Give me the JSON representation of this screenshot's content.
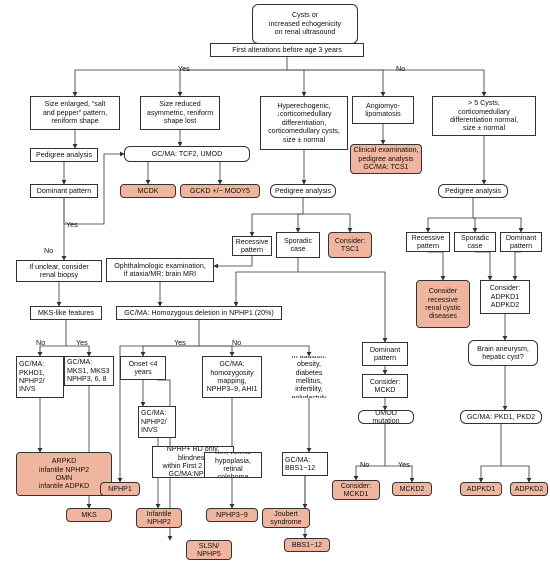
{
  "nodes": {
    "cysts": "Cysts or\nincreased echogenicity\non renal ultrasound",
    "first_alt": "First alterations before age 3 years",
    "size_enlarged": "Size enlarged, “salt\nand pepper” pattern,\nreniform shape",
    "size_reduced": "Size reduced\nasymmetric, reniform\nshape lost",
    "hyperechogenic": "Hyperechogenic,\n↓corticomedullary\ndifferentiation,\ncorticomedullary cysts,\nsize ± normal",
    "angiomyo": "Angiomyo-\nlipomatosis",
    "gt5cysts": "> 5 Cysts,\ncorticomedullary\ndifferentiation normal,\nsize ± normal",
    "pedigree_a": "Pedigree analysis",
    "gcma_tcf2": "GC/MA: TCF2, UMOD",
    "clinical_tsc1": "Clinical examination,\npedigree analysis\nGC/MA: TCS1",
    "dominant_a": "Dominant pattern",
    "mcdk": "MCDK",
    "gckd": "GCKD +/− MODY5",
    "pedigree_b": "Pedigree analysis",
    "pedigree_c": "Pedigree analysis",
    "recessive_b": "Recessive\npattern",
    "sporadic_b": "Sporadic\ncase",
    "consider_tsc1": "Consider:\nTSC1",
    "recessive_c": "Recessive\npattern",
    "sporadic_c": "Sporadic\ncase",
    "dominant_c": "Dominant\npattern",
    "unclear": "If unclear, consider\nrenal biopsy",
    "ophthal": "Ophthalmologic examination,\nif ataxia/MR: brain MRI",
    "consider_recessive": "Consider\nrecessive\nrenal cystic\ndiseases",
    "consider_adpkd": "Consider:\nADPKD1\nADPKD2",
    "mks_like": "MKS-like features",
    "gcma_nphp1": "GC/MA: Homozygous deletion in NPHP1 (20%)",
    "brain_aneurysm": "Brain aneurysm,\nhepatic cyst?",
    "dominant_d": "Dominant\npattern",
    "gcma_pkhd1": "GC/MA:\nPKHD1,\nNPHP2/\nINVS",
    "gcma_mks1": "GC/MA:\nMKS1, MKS3\nNPHP3, 6, 8",
    "onset4": "Onset <4\nyears",
    "gcma_homozyg": "GC/MA:\nhomozygosity\nmapping,\nNPHP3–9, AHI1",
    "in_addition": "In addition:\nobesity, diabetes\nmellitus, infertility,\npolydactyly",
    "consider_mckd": "Consider:\nMCKD",
    "gcma_nphp2": "GC/MA:\nNPHP2/\nINVS",
    "umod_mut": "UMOD mutation",
    "gcma_pkd": "GC/MA: PKD1, PKD2",
    "nphp_rd": "NPHP+ RD only,\nblindness\nwithin First 2 years:\nGC/MA:NPHP5",
    "mr_vermis": "MR, vermis\nhypoplasia,\nretinal coloboma",
    "gcma_bbs": "GC/MA:\nBBS1−12",
    "arpkd": "ARPKD\ninfantile NPHP2\nOMN\ninfantile ADPKD",
    "nphp1": "NPHP1",
    "nphp3_9": "NPHP3−9",
    "joubert": "Joubert\nsyndrome",
    "consider_mckd1": "Consider:\nMCKD1",
    "mckd2": "MCKD2",
    "adpkd1": "ADPKD1",
    "adpkd2": "ADPKD2",
    "mks": "MKS",
    "infantile_nphp2": "Infantile\nNPHP2",
    "bbs": "BBS1−12",
    "slsn": "SLSN/\nNPHP5"
  },
  "labels": {
    "yes_1": "Yes",
    "no_1": "No",
    "yes_2": "Yes",
    "no_2": "No",
    "no_3": "No",
    "yes_3": "Yes",
    "yes_4": "Yes",
    "no_4": "No",
    "no_5": "No",
    "yes_5": "Yes"
  },
  "colors": {
    "outcome_fill": "#f0b59f",
    "line": "#333333"
  }
}
